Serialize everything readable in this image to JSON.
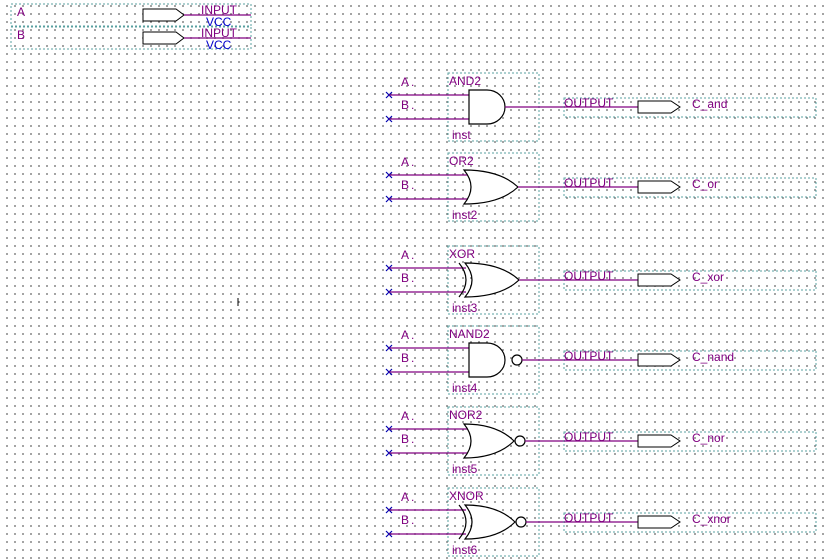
{
  "inputs": [
    {
      "name": "A",
      "type": "INPUT",
      "supply": "VCC"
    },
    {
      "name": "B",
      "type": "INPUT",
      "supply": "VCC"
    }
  ],
  "pin_labels": {
    "a": "A",
    "b": "B"
  },
  "gates": [
    {
      "kind": "and",
      "type_label": "AND2",
      "inst": "inst",
      "port": "OUTPUT",
      "output": "C_and"
    },
    {
      "kind": "or",
      "type_label": "OR2",
      "inst": "inst2",
      "port": "OUTPUT",
      "output": "C_or"
    },
    {
      "kind": "xor",
      "type_label": "XOR",
      "inst": "inst3",
      "port": "OUTPUT",
      "output": "C_xor"
    },
    {
      "kind": "nand",
      "type_label": "NAND2",
      "inst": "inst4",
      "port": "OUTPUT",
      "output": "C_nand"
    },
    {
      "kind": "nor",
      "type_label": "NOR2",
      "inst": "inst5",
      "port": "OUTPUT",
      "output": "C_nor"
    },
    {
      "kind": "xnor",
      "type_label": "XNOR",
      "inst": "inst6",
      "port": "OUTPUT",
      "output": "C_xnor"
    }
  ],
  "colors": {
    "wire": "#800080",
    "label": "#800080",
    "vcc": "#0000cc",
    "symbol_border": "#5aa0a0",
    "unconnected_mark": "#0000b0"
  }
}
